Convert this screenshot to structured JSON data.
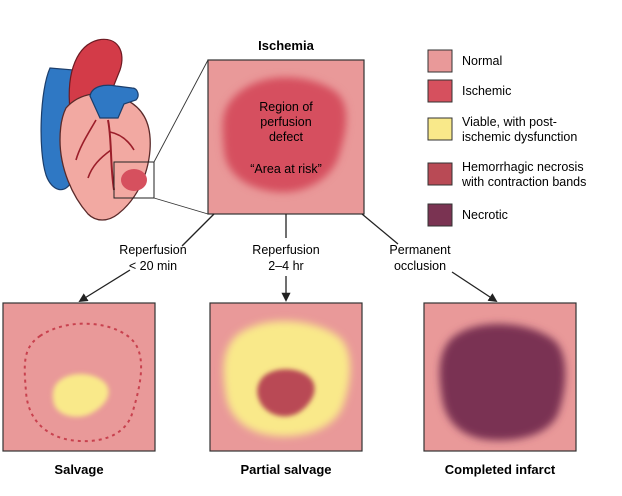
{
  "top": {
    "title": "Ischemia",
    "region_lines": [
      "Region of",
      "perfusion",
      "defect"
    ],
    "area_label": "“Area at risk”"
  },
  "branches": [
    {
      "lines": [
        "Reperfusion",
        "< 20 min"
      ]
    },
    {
      "lines": [
        "Reperfusion",
        "2–4 hr"
      ]
    },
    {
      "lines": [
        "Permanent",
        "occlusion"
      ]
    }
  ],
  "outcomes": [
    "Salvage",
    "Partial salvage",
    "Completed infarct"
  ],
  "legend": [
    {
      "lines": [
        "Normal"
      ],
      "color": "#e99999"
    },
    {
      "lines": [
        "Ischemic"
      ],
      "color": "#d6505e"
    },
    {
      "lines": [
        "Viable, with post-",
        "ischemic dysfunction"
      ],
      "color": "#f9e98a"
    },
    {
      "lines": [
        "Hemorrhagic necrosis",
        "with contraction bands"
      ],
      "color": "#b94a55"
    },
    {
      "lines": [
        "Necrotic"
      ],
      "color": "#7a3352"
    }
  ],
  "colors": {
    "normal": "#e99999",
    "ischemic": "#d6505e",
    "viable": "#f9e98a",
    "hemorrhagic": "#b94a55",
    "necrotic": "#7a3352",
    "outline": "#333333",
    "heart_red": "#d33b48",
    "heart_pink": "#f2a9a2",
    "heart_blue": "#2f78c4"
  }
}
